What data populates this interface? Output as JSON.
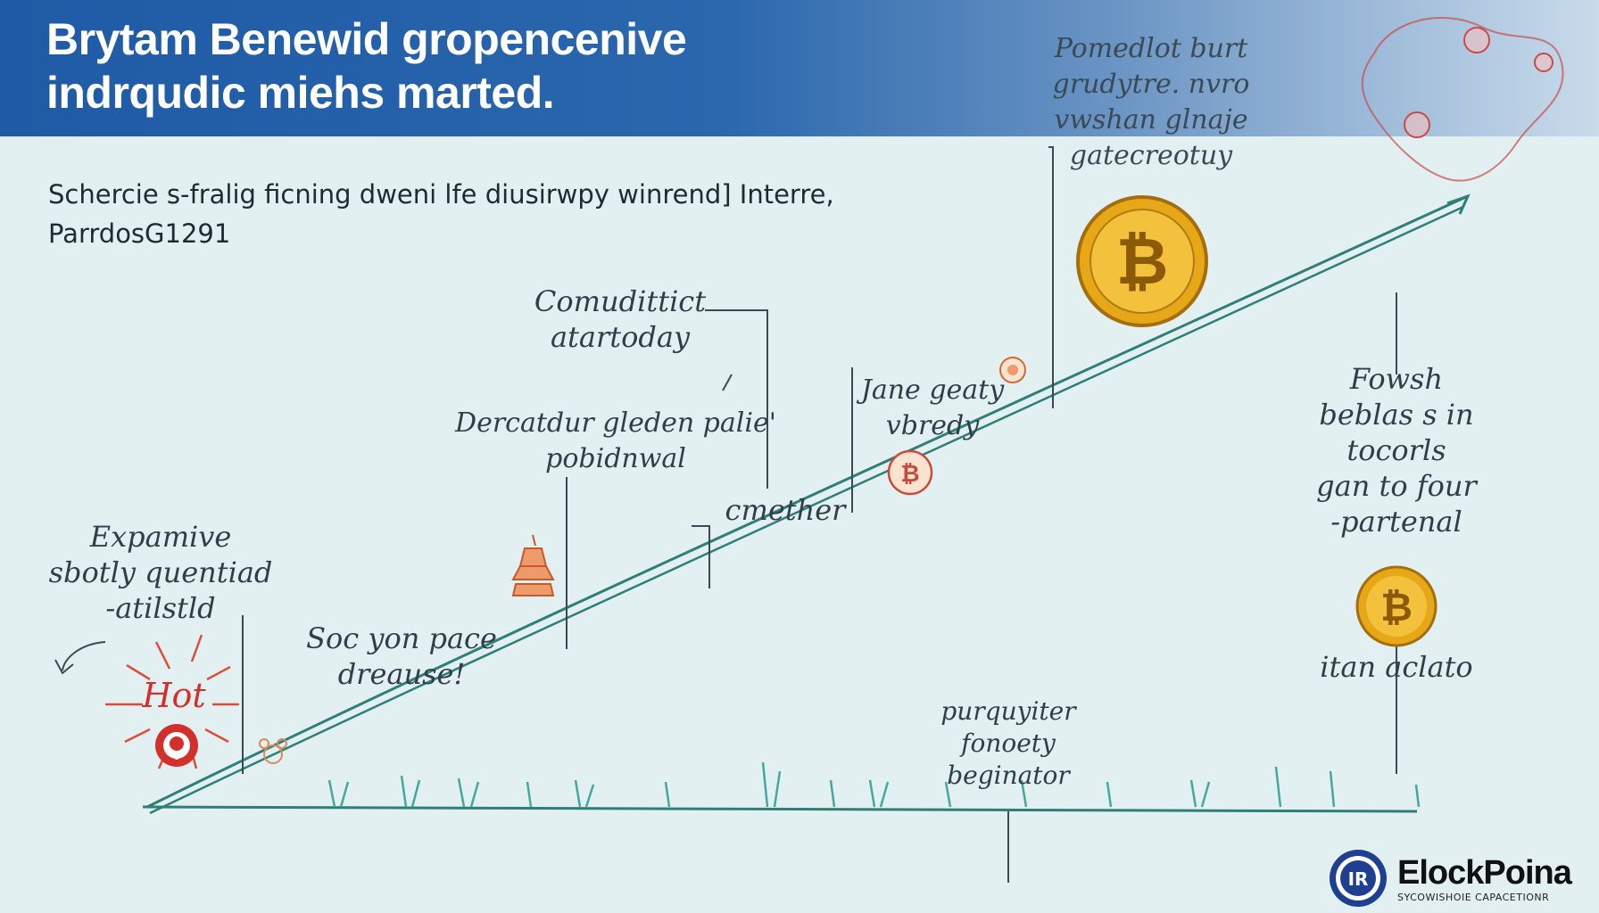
{
  "header": {
    "title_line1": "Brytam Benewid gropencenive",
    "title_line2": "indrqudic miehs marted."
  },
  "subheader": {
    "line1": "Schercie s-fralig ficning dweni lfe diusirwpy winrend] Interre,",
    "line2": "ParrdosG1291"
  },
  "annotations": {
    "expamive": [
      "Expamive",
      "sbotly quentiad",
      "-atilstld"
    ],
    "hot_label": "Hot",
    "socyon": [
      "Soc yon pace",
      "dreause!"
    ],
    "percatdur": [
      "Dercatdur gleden palie'",
      "pobidnwal"
    ],
    "comudittict": [
      "Comudittict",
      "atartoday"
    ],
    "cmether": "cmether",
    "jane": [
      "Jane geaty",
      "vbredy"
    ],
    "pomedlot": [
      "Pomedlot burt",
      "grudytre. nvro",
      "vwshan glnaje",
      "gatecreotuy"
    ],
    "fowsh": [
      "Fowsh",
      "beblas s in",
      "tocorls",
      "gan to four",
      "-partenal"
    ],
    "itan": "itan aclato",
    "purquyiter": [
      "purquyiter",
      "fonoety",
      "beginator"
    ]
  },
  "logo": {
    "name": "ElockPoina",
    "badge": "IR",
    "tagline": "SYCOWISHOIE CAPACETIONR"
  },
  "colors": {
    "banner_blue": "#1f5aa6",
    "line_green": "#2f7f77",
    "coin_gold": "#e6a817",
    "accent_red": "#d3302b",
    "background": "#e3f0f1"
  }
}
